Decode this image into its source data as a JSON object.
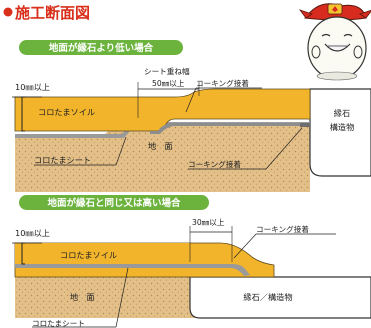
{
  "title": "施工断面図",
  "section1": {
    "heading": "地面が縁石より低い場合",
    "thickness_label": "10㎜以上",
    "overlap_label_line1": "シート重ね幅",
    "overlap_label_line2": "50㎜以上",
    "caulk_top_label": "コーキング接着",
    "soil_label": "コロたまソイル",
    "curb_label_line1": "縁石",
    "curb_label_line2": "構造物",
    "sheet_label": "コロたまシート",
    "ground_label": "地　面",
    "caulk_bottom_label": "コーキング接着"
  },
  "section2": {
    "heading": "地面が縁石と同じ又は高い場合",
    "thickness_label": "10㎜以上",
    "overlap_label": "30㎜以上",
    "caulk_label": "コーキング接着",
    "soil_label": "コロたまソイル",
    "ground_label": "地　面",
    "curb_label": "縁石／構造物",
    "sheet_label": "コロたまシート"
  },
  "colors": {
    "title_red": "#d9301c",
    "pill_green": "#6cb33e",
    "soil_yellow": "#f2b42b",
    "sheet_gray": "#9a9a9a",
    "ground_tan": "#e3c08a",
    "curb_white": "#ffffff"
  },
  "mascot": "smiling-mascot-character-with-red-cap"
}
